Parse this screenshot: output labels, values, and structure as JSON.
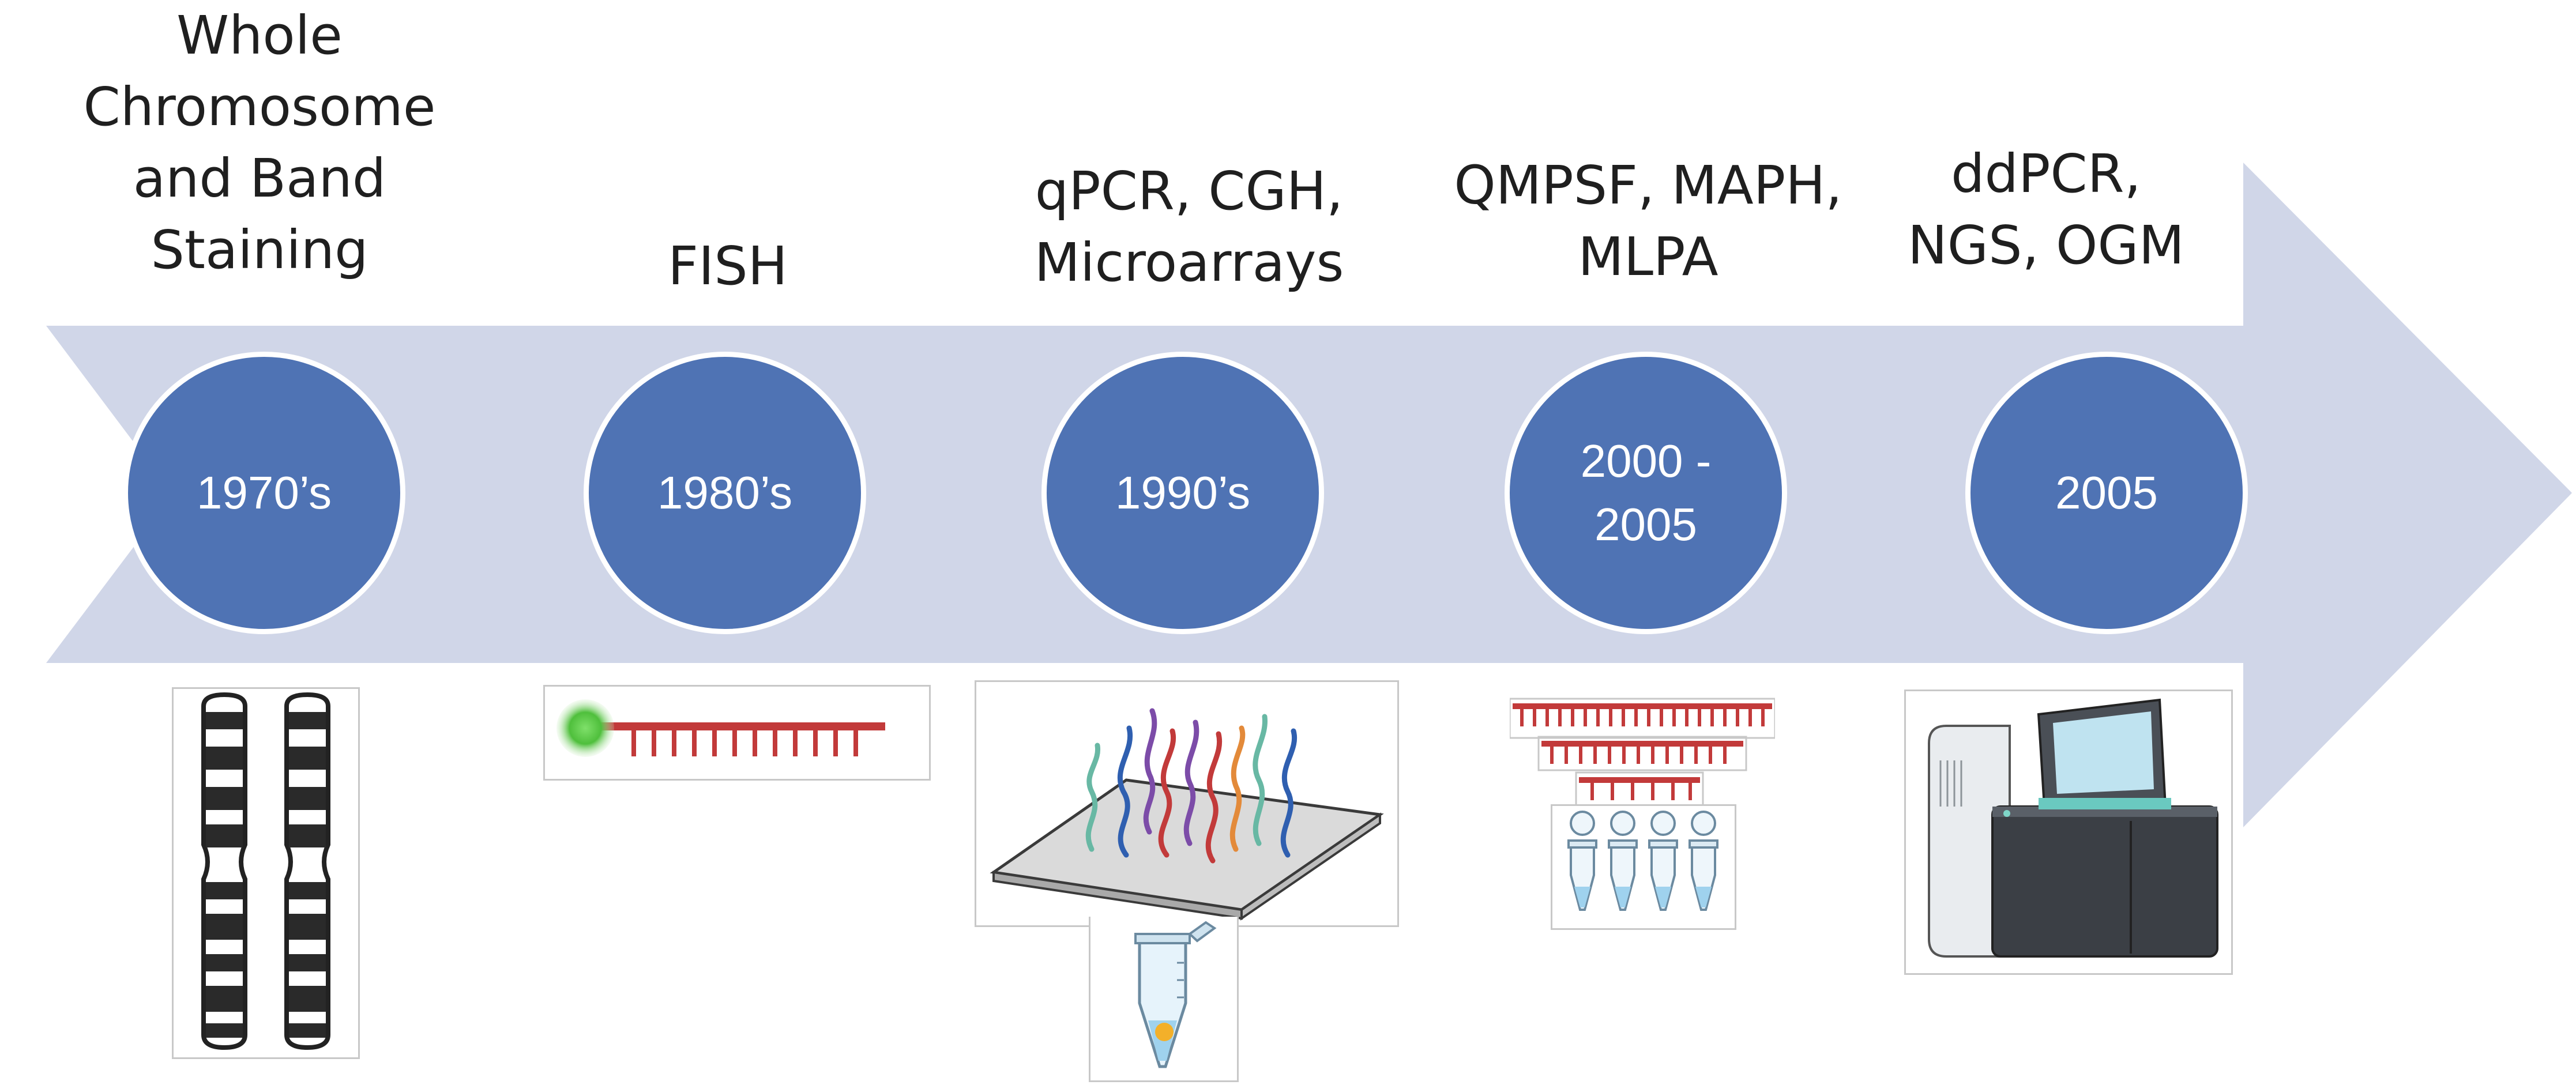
{
  "timeline": {
    "arrow_color": "#d0d6e8",
    "circle_color": "#4f73b4",
    "milestones": [
      {
        "era": [
          "1970’s"
        ],
        "method": [
          "Whole",
          "Chromosome",
          "and Band",
          "Staining"
        ],
        "illustration": "banded-chromosomes"
      },
      {
        "era": [
          "1980’s"
        ],
        "method": [
          "FISH"
        ],
        "illustration": "fluorescent-probe"
      },
      {
        "era": [
          "1990’s"
        ],
        "method": [
          "qPCR, CGH,",
          "Microarrays"
        ],
        "illustration": "microarray-slide-and-tube"
      },
      {
        "era": [
          "2000 -",
          "2005"
        ],
        "method": [
          "QMPSF, MAPH,",
          "MLPA"
        ],
        "illustration": "multiplex-probes-and-pcr-tubes"
      },
      {
        "era": [
          "2005"
        ],
        "method": [
          "ddPCR,",
          "NGS, OGM"
        ],
        "illustration": "sequencing-instrument"
      }
    ]
  }
}
